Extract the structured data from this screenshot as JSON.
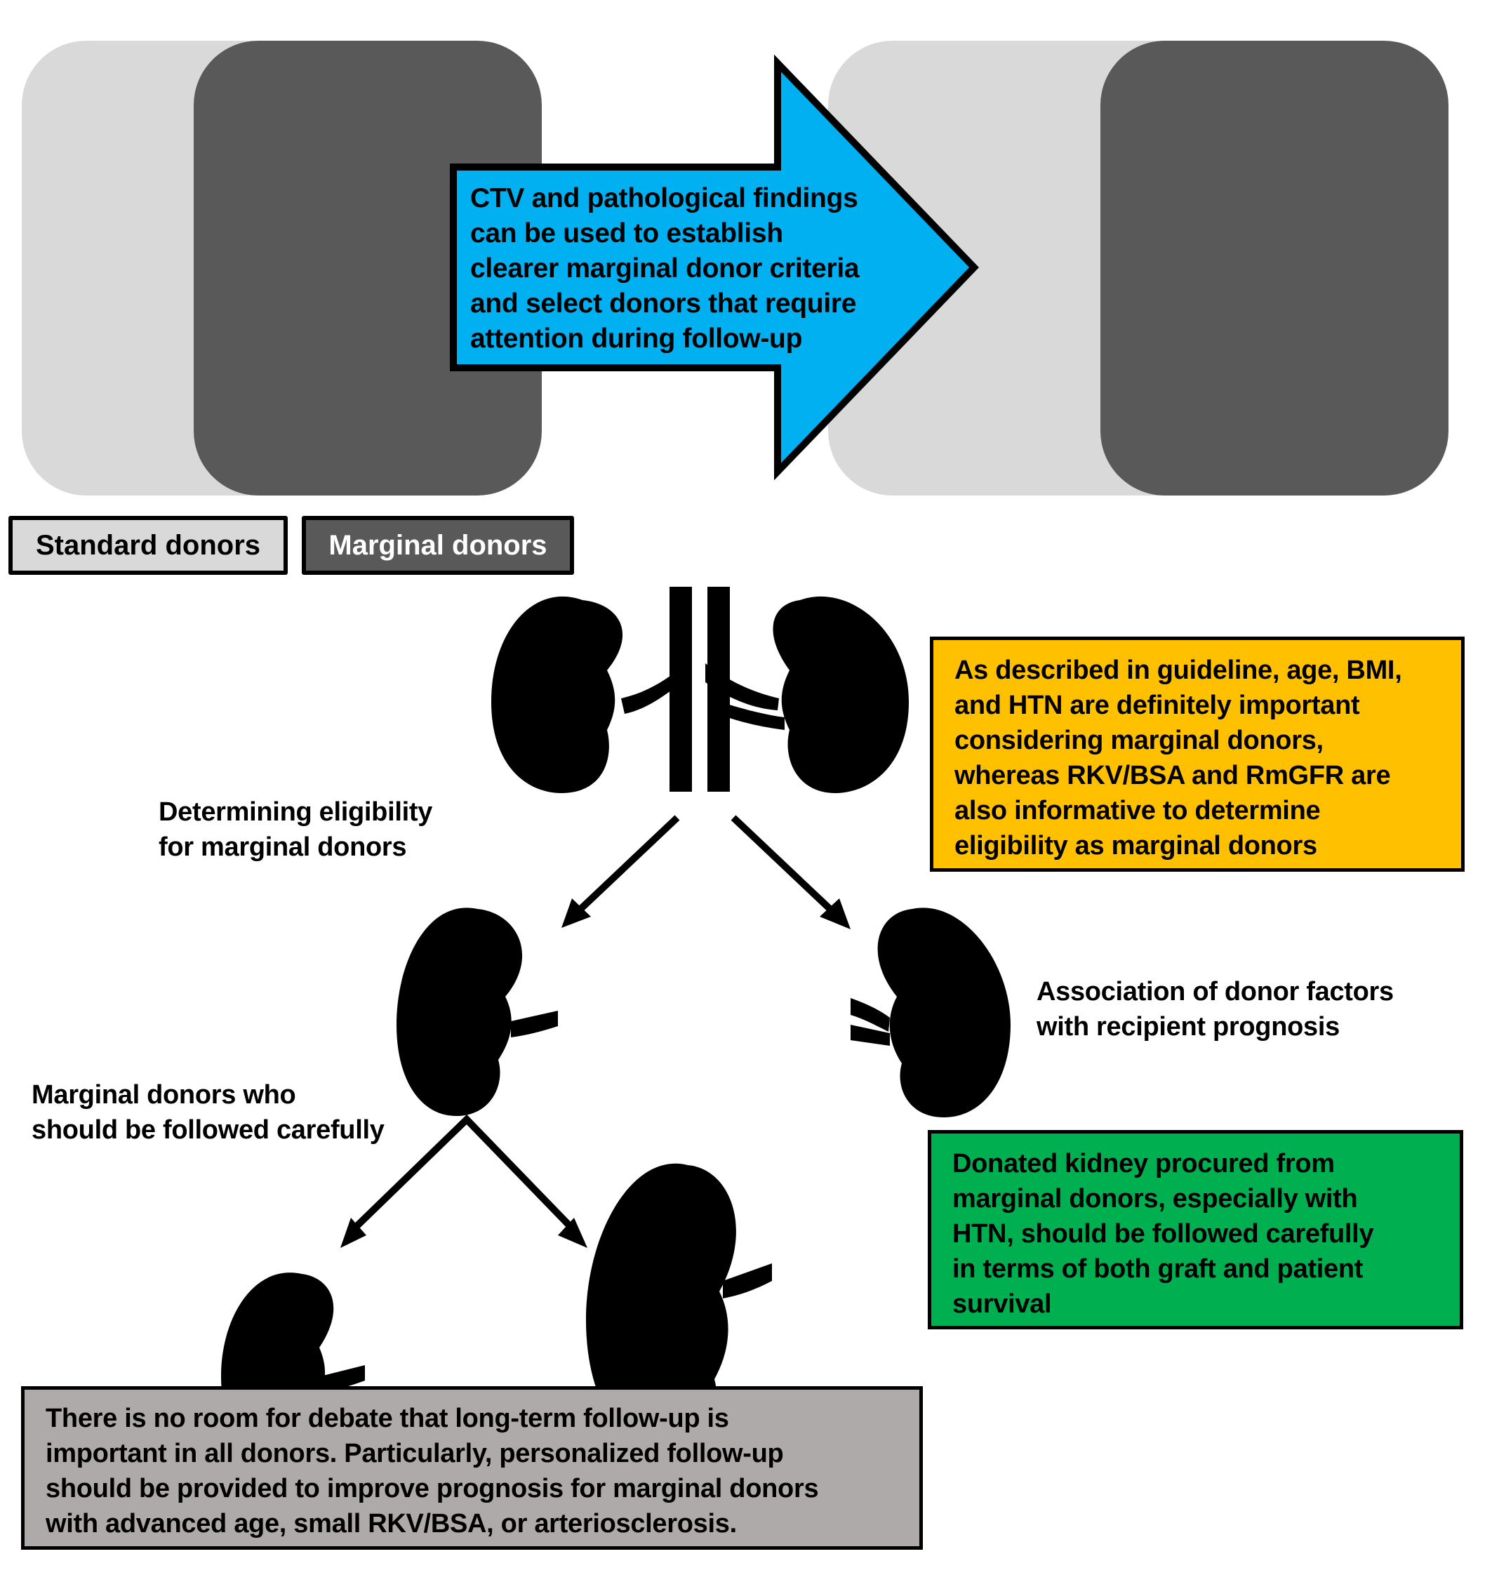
{
  "colors": {
    "standard_fill": "#d9d9d9",
    "marginal_fill": "#595959",
    "arrow_fill": "#00b0f0",
    "eligibility_box": "#ffc000",
    "prognosis_box": "#00b050",
    "followup_box": "#aeaaaa"
  },
  "top": {
    "arrow_text": "CTV and pathological findings can be used to establish clearer marginal donor criteria and select donors that require attention during follow-up",
    "arrow_lines": [
      "CTV and pathological findings",
      "can be used to establish",
      "clearer marginal donor criteria",
      "and select donors that require",
      "attention during follow-up"
    ]
  },
  "legend": {
    "standard": "Standard donors",
    "marginal": "Marginal donors"
  },
  "labels": {
    "eligibility": [
      "Determining eligibility",
      "for marginal donors"
    ],
    "association": [
      "Association of donor factors",
      "with recipient prognosis"
    ],
    "followed": [
      "Marginal donors who",
      "should be followed carefully"
    ]
  },
  "boxes": {
    "eligibility": [
      "As described in guideline, age, BMI,",
      "and HTN are definitely important",
      "considering marginal donors,",
      "whereas RKV/BSA and RmGFR are",
      "also informative to determine",
      "eligibility as marginal donors"
    ],
    "prognosis": [
      "Donated kidney procured from",
      "marginal donors, especially with",
      "HTN, should be followed carefully",
      "in terms of both graft and patient",
      "survival"
    ],
    "followup": [
      "There is no room for debate that long-term follow-up is",
      "important in all donors. Particularly, personalized follow-up",
      "should be provided to improve prognosis for marginal donors",
      "with advanced age, small RKV/BSA, or arteriosclerosis."
    ]
  }
}
